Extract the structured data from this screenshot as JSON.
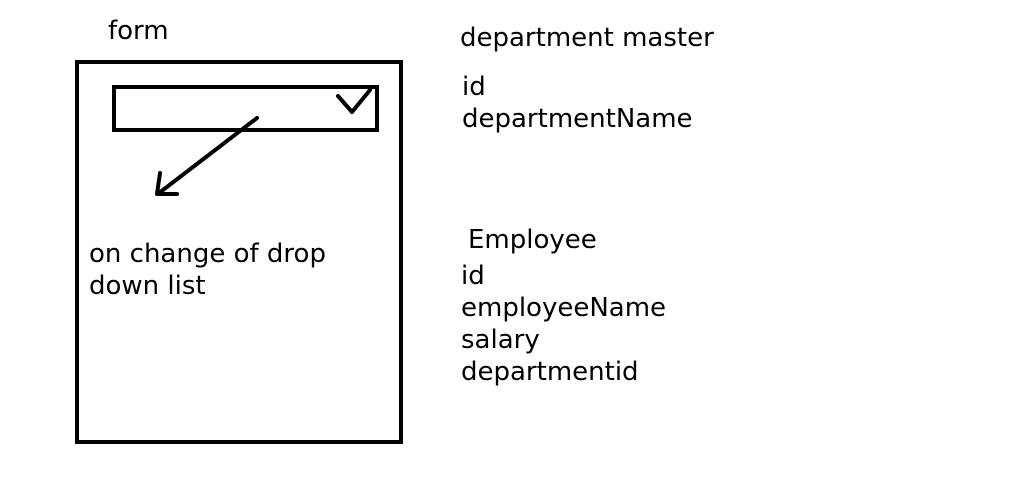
{
  "form": {
    "label": "form",
    "dropdown_icon": "chevron-down-icon",
    "note_lines": [
      "on change of drop",
      "down list"
    ]
  },
  "department_master": {
    "title": "department master",
    "fields": [
      "id",
      "departmentName"
    ]
  },
  "employee": {
    "title": "Employee",
    "fields": [
      "id",
      "employeeName",
      "salary",
      "departmentid"
    ]
  }
}
